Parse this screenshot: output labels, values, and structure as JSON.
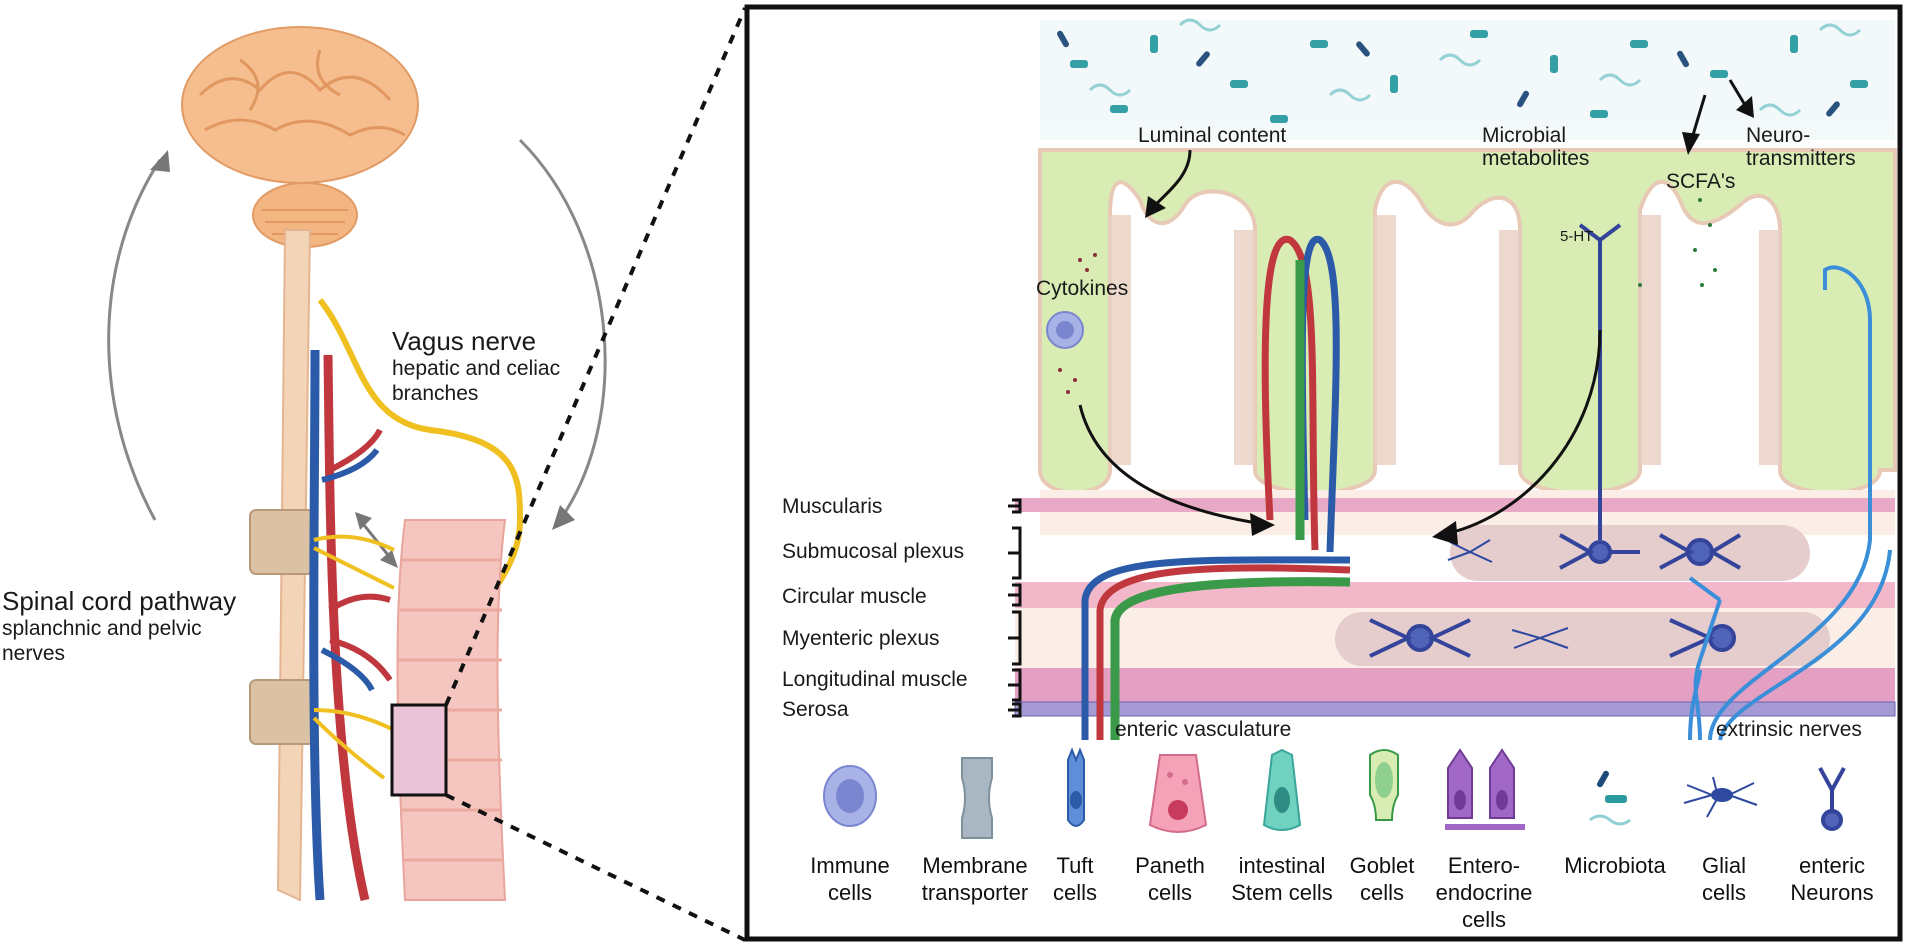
{
  "left": {
    "spinal": {
      "title": "Spinal cord pathway",
      "subtitle": "splanchnic and pelvic\nnerves"
    },
    "vagus": {
      "title": "Vagus nerve",
      "subtitle": "hepatic and celiac\nbranches"
    }
  },
  "panel": {
    "labels": {
      "luminal": "Luminal content",
      "microbial": "Microbial\nmetabolites",
      "neuro": "Neuro-\ntransmitters",
      "scfa": "SCFA's",
      "ht": "5-HT",
      "cytokines": "Cytokines",
      "vasculature": "enteric vasculature",
      "extrinsic": "extrinsic nerves"
    },
    "layers": [
      "Muscularis",
      "Submucosal plexus",
      "Circular muscle",
      "Myenteric plexus",
      "Longitudinal muscle",
      "Serosa"
    ]
  },
  "legend": [
    {
      "icon": "immune-cell-icon",
      "label": "Immune\ncells"
    },
    {
      "icon": "membrane-transporter-icon",
      "label": "Membrane\ntransporter"
    },
    {
      "icon": "tuft-cell-icon",
      "label": "Tuft\ncells"
    },
    {
      "icon": "paneth-cell-icon",
      "label": "Paneth\ncells"
    },
    {
      "icon": "stem-cell-icon",
      "label": "intestinal\nStem cells"
    },
    {
      "icon": "goblet-cell-icon",
      "label": "Goblet\ncells"
    },
    {
      "icon": "enteroendocrine-cell-icon",
      "label": "Entero-\nendocrine\ncells"
    },
    {
      "icon": "microbiota-icon",
      "label": "Microbiota"
    },
    {
      "icon": "glial-cell-icon",
      "label": "Glial\ncells"
    },
    {
      "icon": "enteric-neuron-icon",
      "label": "enteric\nNeurons"
    }
  ],
  "colors": {
    "brain": "#f5b98a",
    "spinal": "#f3d2b5",
    "vagus": "#f0c020",
    "artery": "#c0383e",
    "vein": "#2b5aa8",
    "mucosa": "#d8ecb4",
    "muscle": "#f2b7c8",
    "nerve": "#3a8fd8"
  }
}
